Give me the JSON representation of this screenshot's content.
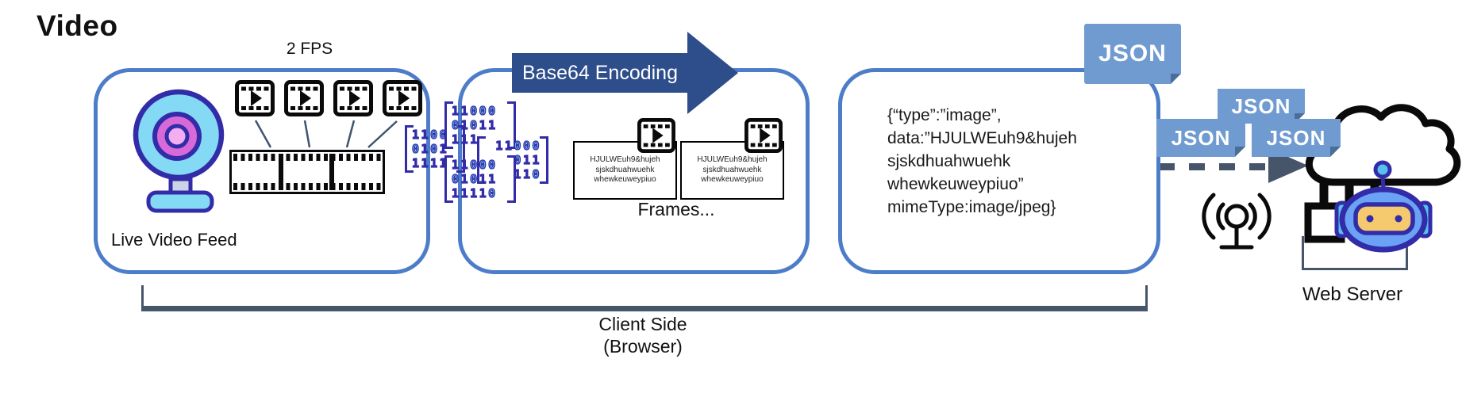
{
  "title": "Video",
  "pipeline": {
    "fps_label": "2 FPS",
    "live_feed_label": "Live Video Feed",
    "encoding_label": "Base64 Encoding",
    "frames_label": "Frames...",
    "client_label_line1": "Client Side",
    "client_label_line2": "(Browser)",
    "web_server_label": "Web Server"
  },
  "binary_matrices": [
    {
      "rows": [
        "1100",
        "0101",
        "1111"
      ]
    },
    {
      "rows": [
        "11000",
        "01011",
        "111"
      ]
    },
    {
      "rows": [
        "11000",
        "011",
        "110"
      ]
    },
    {
      "rows": [
        "11000",
        "01011",
        "11110"
      ]
    }
  ],
  "frame_card": {
    "lines": [
      "HJULWEuh9&hujeh",
      "sjskdhuahwuehk",
      "whewkeuweypiuo"
    ]
  },
  "json_payload": {
    "lines": [
      "{“type”:”image”,",
      "data:”HJULWEuh9&hujeh",
      "sjskdhuahwuehk",
      "whewkeuweypiuo”",
      "mimeType:image/jpeg}"
    ]
  },
  "json_badges": [
    "JSON",
    "JSON",
    "JSON",
    "JSON"
  ],
  "icons": {
    "webcam": "webcam-icon",
    "video_frame": "video-frame-icon",
    "film_strip": "film-strip-icon",
    "antenna": "antenna-icon",
    "web_server": "cloud-server-robot-icon"
  },
  "colors": {
    "box_border": "#4d7cc9",
    "banner": "#2d4d8b",
    "badge": "#6f9bd1",
    "badge_fold": "#4a6d99",
    "indigo": "#332ca8",
    "cyan": "#56c0ee",
    "slate": "#47556b",
    "webcam_body": "#84d9f4",
    "webcam_ring": "#d76ad8",
    "webcam_lens": "#f2aef0",
    "webcam_neck": "#ccd3e6",
    "robot_body": "#6ba2f5",
    "visor": "#f5c96e"
  }
}
